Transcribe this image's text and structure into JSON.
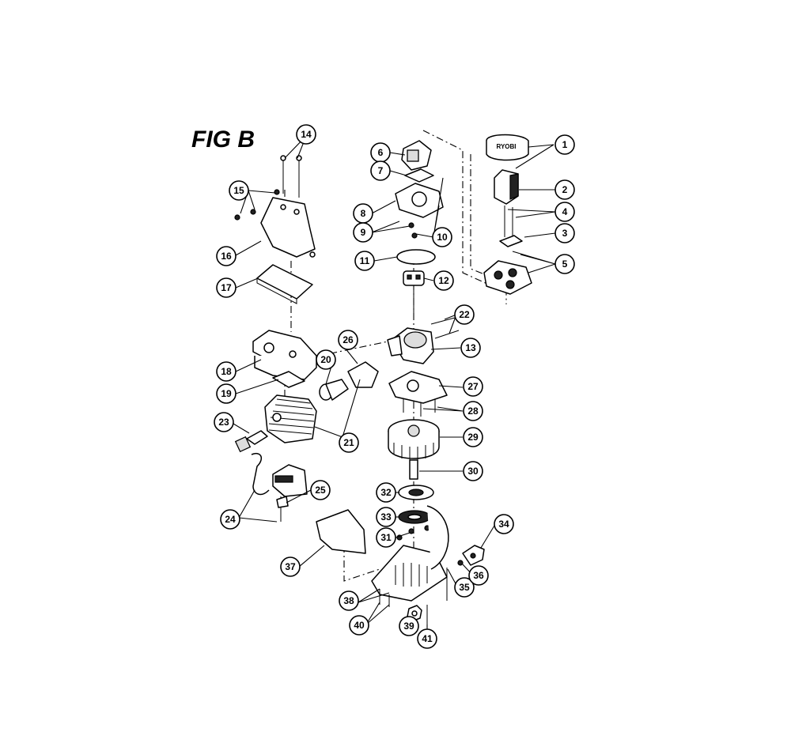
{
  "figure": {
    "title": "FIG B"
  },
  "callouts": [
    {
      "n": "1"
    },
    {
      "n": "2"
    },
    {
      "n": "3"
    },
    {
      "n": "4"
    },
    {
      "n": "5"
    },
    {
      "n": "6"
    },
    {
      "n": "7"
    },
    {
      "n": "8"
    },
    {
      "n": "9"
    },
    {
      "n": "10"
    },
    {
      "n": "11"
    },
    {
      "n": "12"
    },
    {
      "n": "13"
    },
    {
      "n": "14"
    },
    {
      "n": "15"
    },
    {
      "n": "16"
    },
    {
      "n": "17"
    },
    {
      "n": "18"
    },
    {
      "n": "19"
    },
    {
      "n": "20"
    },
    {
      "n": "21"
    },
    {
      "n": "22"
    },
    {
      "n": "23"
    },
    {
      "n": "24"
    },
    {
      "n": "25"
    },
    {
      "n": "26"
    },
    {
      "n": "27"
    },
    {
      "n": "28"
    },
    {
      "n": "29"
    },
    {
      "n": "30"
    },
    {
      "n": "31"
    },
    {
      "n": "32"
    },
    {
      "n": "33"
    },
    {
      "n": "34"
    },
    {
      "n": "35"
    },
    {
      "n": "36"
    },
    {
      "n": "37"
    },
    {
      "n": "38"
    },
    {
      "n": "39"
    },
    {
      "n": "40"
    },
    {
      "n": "41"
    }
  ],
  "labels": {
    "air_filter_cover_mark": "RYOBI"
  }
}
